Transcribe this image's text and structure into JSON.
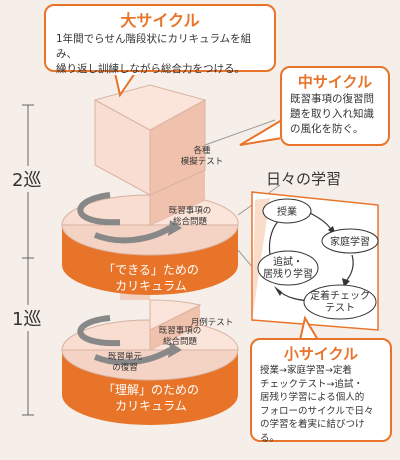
{
  "large_cycle": {
    "title": "大サイクル",
    "body": "1年間でらせん階段状にカリキュラムを組み、\n繰り返し訓練しながら総合力をつける。"
  },
  "medium_cycle": {
    "title": "中サイクル",
    "body": "既習事項の復習問\n題を取り入れ知識\nの風化を防ぐ。"
  },
  "small_cycle": {
    "title": "小サイクル",
    "body": "授業→家庭学習→定着\nチェックテスト→追試・\n居残り学習による個人的\nフォローのサイクルで日々\nの学習を着実に結びつける。"
  },
  "axis": {
    "round2": "2巡",
    "round1": "1巡"
  },
  "spiral": {
    "top_label": "各種\n模擬テスト",
    "upper_slice_label": "既習事項の\n総合問題",
    "upper_layer_label": "「できる」ための\nカリキュラム",
    "lower_monthly_label": "月例テスト",
    "lower_slice_label": "既習事項の\n総合問題",
    "lower_unit_label": "既習単元\nの復習",
    "lower_layer_label": "「理解」のための\nカリキュラム"
  },
  "daily": {
    "title": "日々の学習",
    "nodes": {
      "class": "授業",
      "homework": "家庭学習",
      "retest_line1": "追試・",
      "retest_line2": "居残り学習",
      "check_line1": "定着チェック",
      "check_line2": "テスト"
    }
  },
  "colors": {
    "orange": "#e8742a",
    "pink": "#f4d3c5",
    "background": "#f6efe9"
  }
}
